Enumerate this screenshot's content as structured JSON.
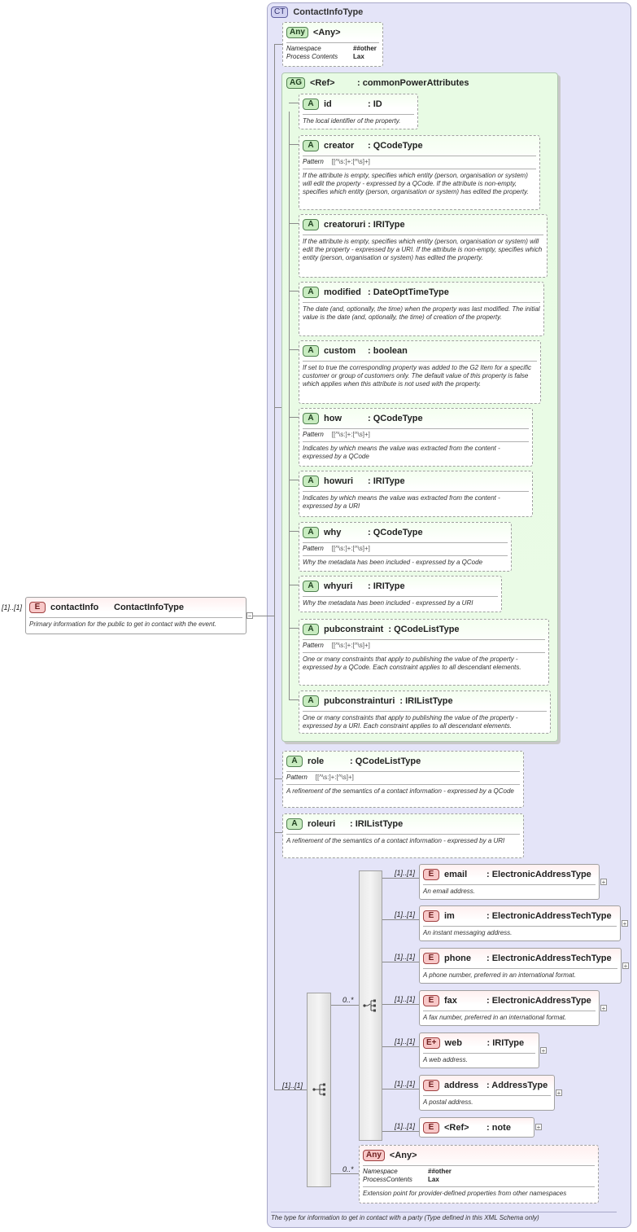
{
  "root": {
    "cardinality": "[1]..[1]",
    "badge": "E",
    "name": "contactInfo",
    "type": "ContactInfoType",
    "doc": "Primary information for the public to get in contact with the event."
  },
  "complex_type": {
    "badge": "CT",
    "name": "ContactInfoType",
    "doc": "The type for information to get in contact with a party (Type defined in this XML Schema only)"
  },
  "any_attr": {
    "badge": "Any",
    "name": "<Any>",
    "rows": [
      {
        "key": "Namespace",
        "value": "##other"
      },
      {
        "key": "Process Contents",
        "value": "Lax"
      }
    ]
  },
  "attr_group": {
    "badge": "AG",
    "name": "<Ref>",
    "type": ": commonPowerAttributes",
    "attributes": [
      {
        "name": "id",
        "type": ": ID",
        "pattern": "",
        "doc": "The local identifier of the property."
      },
      {
        "name": "creator",
        "type": ": QCodeType",
        "pattern": "[[^\\s:]+:[^\\s]+]",
        "doc": "If the attribute is empty, specifies which entity (person, organisation or system) will edit the property - expressed by a QCode. If the attribute is non-empty, specifies which entity (person, organisation or system) has edited the property."
      },
      {
        "name": "creatoruri",
        "type": ": IRIType",
        "pattern": "",
        "doc": "If the attribute is empty, specifies which entity (person, organisation or system) will edit the property - expressed by a URI. If the attribute is non-empty, specifies which entity (person, organisation or system) has edited the property."
      },
      {
        "name": "modified",
        "type": ": DateOptTimeType",
        "pattern": "",
        "doc": "The date (and, optionally, the time) when the property was last modified. The initial value is the date (and, optionally, the time) of creation of the property."
      },
      {
        "name": "custom",
        "type": ": boolean",
        "pattern": "",
        "doc": "If set to true the corresponding property was added to the G2 Item for a specific customer or group of customers only. The default value of this property is false which applies when this attribute is not used with the property."
      },
      {
        "name": "how",
        "type": ": QCodeType",
        "pattern": "[[^\\s:]+:[^\\s]+]",
        "doc": "Indicates by which means the value was extracted from the content - expressed by a QCode"
      },
      {
        "name": "howuri",
        "type": ": IRIType",
        "pattern": "",
        "doc": "Indicates by which means the value was extracted from the content - expressed by a URI"
      },
      {
        "name": "why",
        "type": ": QCodeType",
        "pattern": "[[^\\s:]+:[^\\s]+]",
        "doc": "Why the metadata has been included - expressed by a QCode"
      },
      {
        "name": "whyuri",
        "type": ": IRIType",
        "pattern": "",
        "doc": "Why the metadata has been included - expressed by a URI"
      },
      {
        "name": "pubconstraint",
        "type": ": QCodeListType",
        "pattern": "[[^\\s:]+:[^\\s]+]",
        "doc": "One or many constraints that apply to publishing the value of the property - expressed by a QCode. Each constraint applies to all descendant elements."
      },
      {
        "name": "pubconstrainturi",
        "type": ": IRIListType",
        "pattern": "",
        "doc": "One or many constraints that apply to publishing the value of the property - expressed by a URI. Each constraint applies to all descendant elements."
      }
    ]
  },
  "labels": {
    "attr_badge": "A",
    "elem_badge": "E",
    "pattern_key": "Pattern"
  },
  "extra_attrs": [
    {
      "name": "role",
      "type": ": QCodeListType",
      "pattern": "[[^\\s:]+:[^\\s]+]",
      "doc": "A refinement of the semantics of a contact information - expressed by a QCode"
    },
    {
      "name": "roleuri",
      "type": ": IRIListType",
      "pattern": "",
      "doc": "A refinement of the semantics of a contact information - expressed by a URI"
    }
  ],
  "sequence": {
    "cardinality": "[1]..[1]"
  },
  "choice": {
    "cardinality": "0..*"
  },
  "elements": [
    {
      "cardinality": "[1]..[1]",
      "badge": "E",
      "name": "email",
      "type": ": ElectronicAddressType",
      "doc": "An email address."
    },
    {
      "cardinality": "[1]..[1]",
      "badge": "E",
      "name": "im",
      "type": ": ElectronicAddressTechType",
      "doc": "An instant messaging address."
    },
    {
      "cardinality": "[1]..[1]",
      "badge": "E",
      "name": "phone",
      "type": ": ElectronicAddressTechType",
      "doc": "A phone number, preferred in an international format."
    },
    {
      "cardinality": "[1]..[1]",
      "badge": "E",
      "name": "fax",
      "type": ": ElectronicAddressType",
      "doc": "A fax number, preferred in an international format."
    },
    {
      "cardinality": "[1]..[1]",
      "badge": "E+",
      "name": "web",
      "type": ": IRIType",
      "doc": "A web address."
    },
    {
      "cardinality": "[1]..[1]",
      "badge": "E",
      "name": "address",
      "type": ": AddressType",
      "doc": "A postal address."
    },
    {
      "cardinality": "[1]..[1]",
      "badge": "E",
      "name": "<Ref>",
      "type": ": note",
      "doc": ""
    }
  ],
  "any_elem": {
    "cardinality": "0..*",
    "badge": "Any",
    "name": "<Any>",
    "rows": [
      {
        "key": "Namespace",
        "value": "##other"
      },
      {
        "key": "ProcessContents",
        "value": "Lax"
      }
    ],
    "doc": "Extension point for provider-defined properties from other namespaces"
  }
}
